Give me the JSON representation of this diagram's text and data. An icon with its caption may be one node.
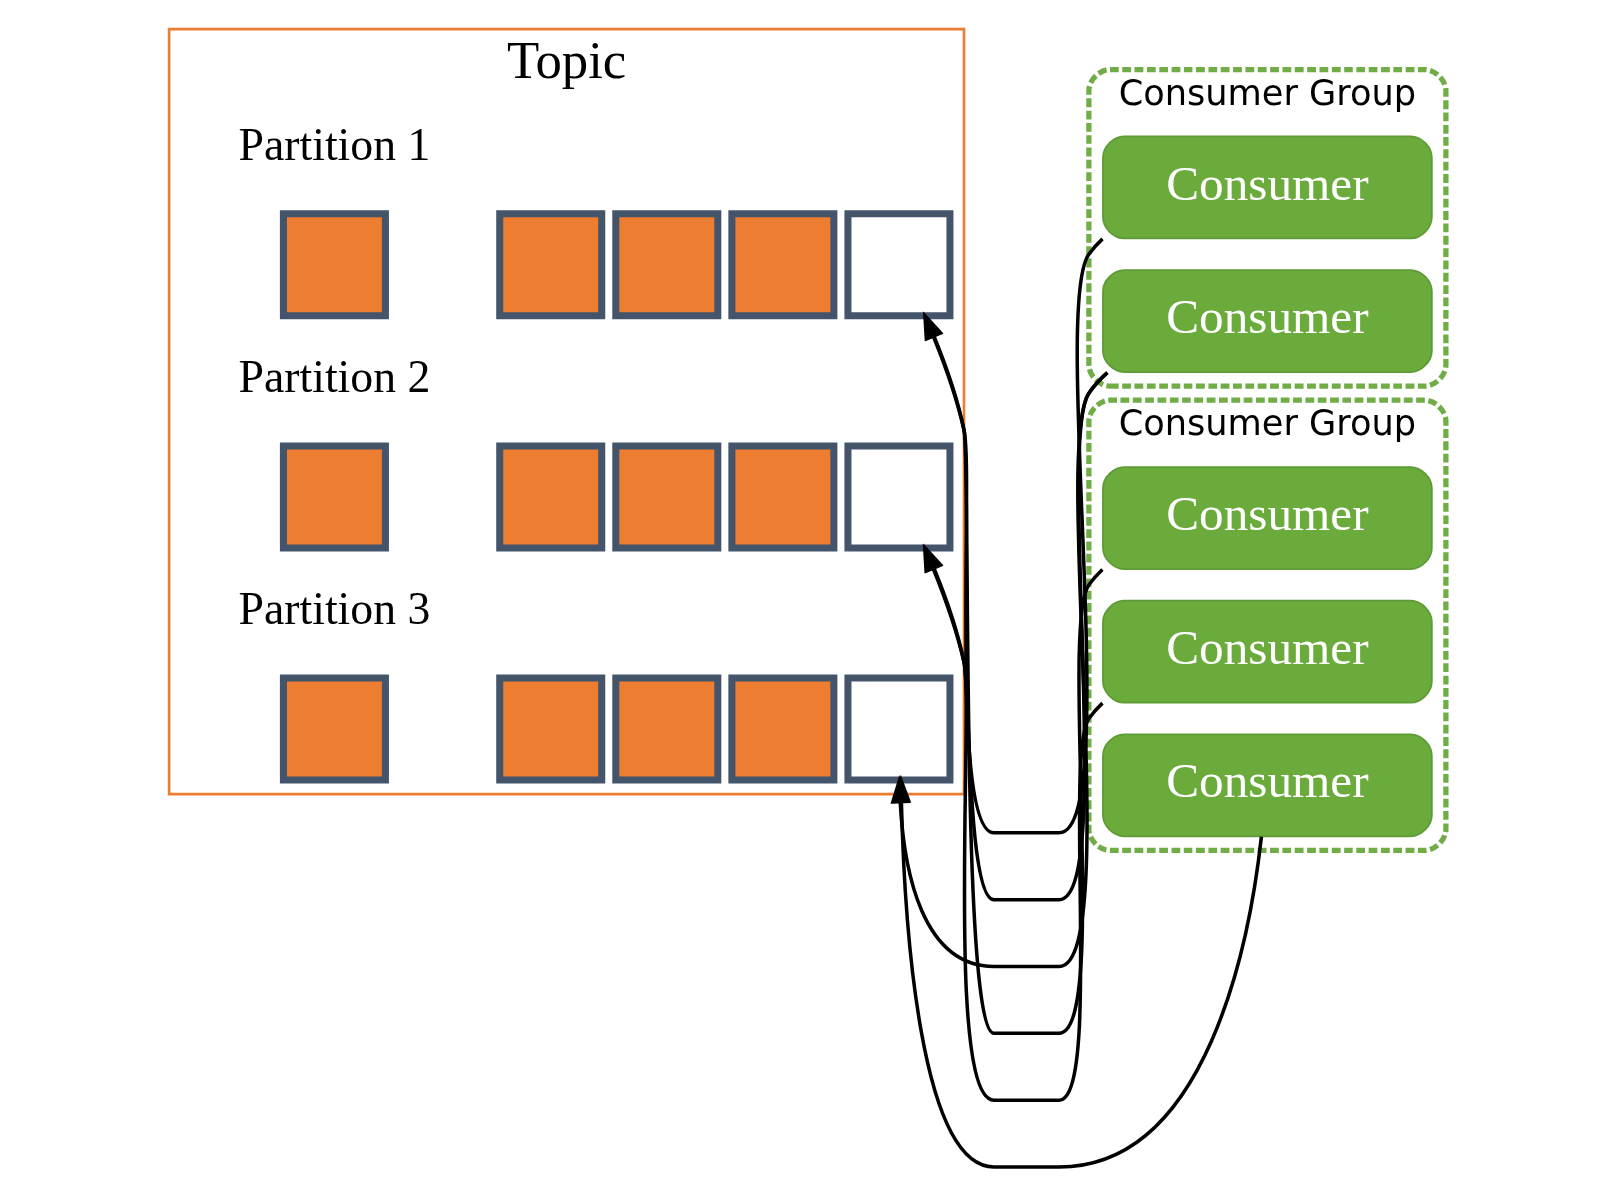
{
  "diagram": {
    "nodes": [
      {
        "text": [
          "Topic"
        ]
      },
      {
        "text": [
          "Partition 1"
        ],
        "in": 0
      },
      {
        "text": [],
        "shape": "box",
        "in": 0
      },
      {
        "text": [],
        "shape": "box",
        "in": 0
      },
      {
        "text": [],
        "shape": "box",
        "in": 0
      },
      {
        "text": [],
        "shape": "box",
        "in": 0
      },
      {
        "text": [],
        "shape": "box",
        "in": 0
      },
      {
        "text": [
          "Partition 2"
        ],
        "in": 0
      },
      {
        "text": [],
        "shape": "box",
        "in": 0
      },
      {
        "text": [],
        "shape": "box",
        "in": 0
      },
      {
        "text": [],
        "shape": "box",
        "in": 0
      },
      {
        "text": [],
        "shape": "box",
        "in": 0
      },
      {
        "text": [],
        "shape": "box",
        "in": 0
      },
      {
        "text": [
          "Partition 3"
        ],
        "in": 0
      },
      {
        "text": [],
        "shape": "box",
        "in": 0
      },
      {
        "text": [],
        "shape": "box",
        "in": 0
      },
      {
        "text": [],
        "shape": "box",
        "in": 0
      },
      {
        "text": [],
        "shape": "box",
        "in": 0
      },
      {
        "text": [],
        "shape": "box",
        "in": 0
      },
      {
        "text": [
          "Consumer Group"
        ]
      },
      {
        "text": [
          "Consumer"
        ],
        "in": 19
      },
      {
        "text": [
          "Consumer"
        ],
        "in": 19
      },
      {
        "text": [
          "Consumer Group"
        ]
      },
      {
        "text": [
          "Consumer"
        ],
        "in": 22
      },
      {
        "text": [
          "Consumer"
        ],
        "in": 22
      },
      {
        "text": [
          "Consumer"
        ],
        "in": 22
      }
    ],
    "edges": [
      {
        "from": 20,
        "to": 6,
        "arrow": "to"
      },
      {
        "from": 21,
        "to": 12,
        "arrow": "to"
      },
      {
        "from": 21,
        "to": 18,
        "arrow": "to"
      },
      {
        "from": 23,
        "to": 6,
        "arrow": "to"
      },
      {
        "from": 24,
        "to": 12,
        "arrow": "to"
      },
      {
        "from": 25,
        "to": 18,
        "arrow": "to"
      }
    ]
  }
}
